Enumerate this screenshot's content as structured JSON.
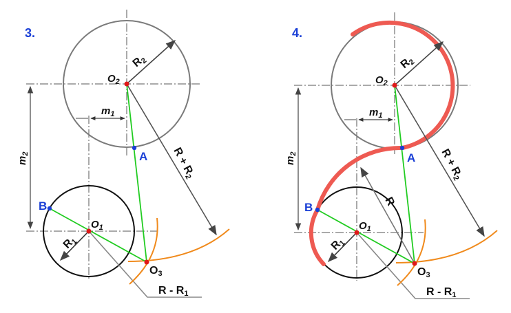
{
  "panels": [
    {
      "step": "3.",
      "labels": {
        "o2": "O",
        "o2_sub": "2",
        "o1": "O",
        "o1_sub": "1",
        "o3": "O",
        "o3_sub": "3",
        "r2": "R",
        "r2_sub": "2",
        "r1": "R",
        "r1_sub": "1",
        "m1": "m",
        "m1_sub": "1",
        "m2": "m",
        "m2_sub": "2",
        "a": "A",
        "b": "B",
        "r_plus_r2": "R + R",
        "r_plus_r2_sub": "2",
        "r_minus_r1": "R - R",
        "r_minus_r1_sub": "1"
      }
    },
    {
      "step": "4.",
      "labels": {
        "o2": "O",
        "o2_sub": "2",
        "o1": "O",
        "o1_sub": "1",
        "o3": "O",
        "o3_sub": "3",
        "r2": "R",
        "r2_sub": "2",
        "r1": "R",
        "r1_sub": "1",
        "m1": "m",
        "m1_sub": "1",
        "m2": "m",
        "m2_sub": "2",
        "a": "A",
        "b": "B",
        "r": "R",
        "r_plus_r2": "R + R",
        "r_plus_r2_sub": "2",
        "r_minus_r1": "R - R",
        "r_minus_r1_sub": "1"
      }
    }
  ],
  "colors": {
    "step": "#1a3fd6",
    "circle_o2": "#7a7a7a",
    "circle_o1": "#111111",
    "arc_orange": "#f08a1c",
    "connector_green": "#22cc22",
    "center_red": "#e01818",
    "point_blue": "#1a3fd6",
    "conjugate_red": "#ee5a52",
    "dim_line": "#555555",
    "leader": "#888888"
  }
}
